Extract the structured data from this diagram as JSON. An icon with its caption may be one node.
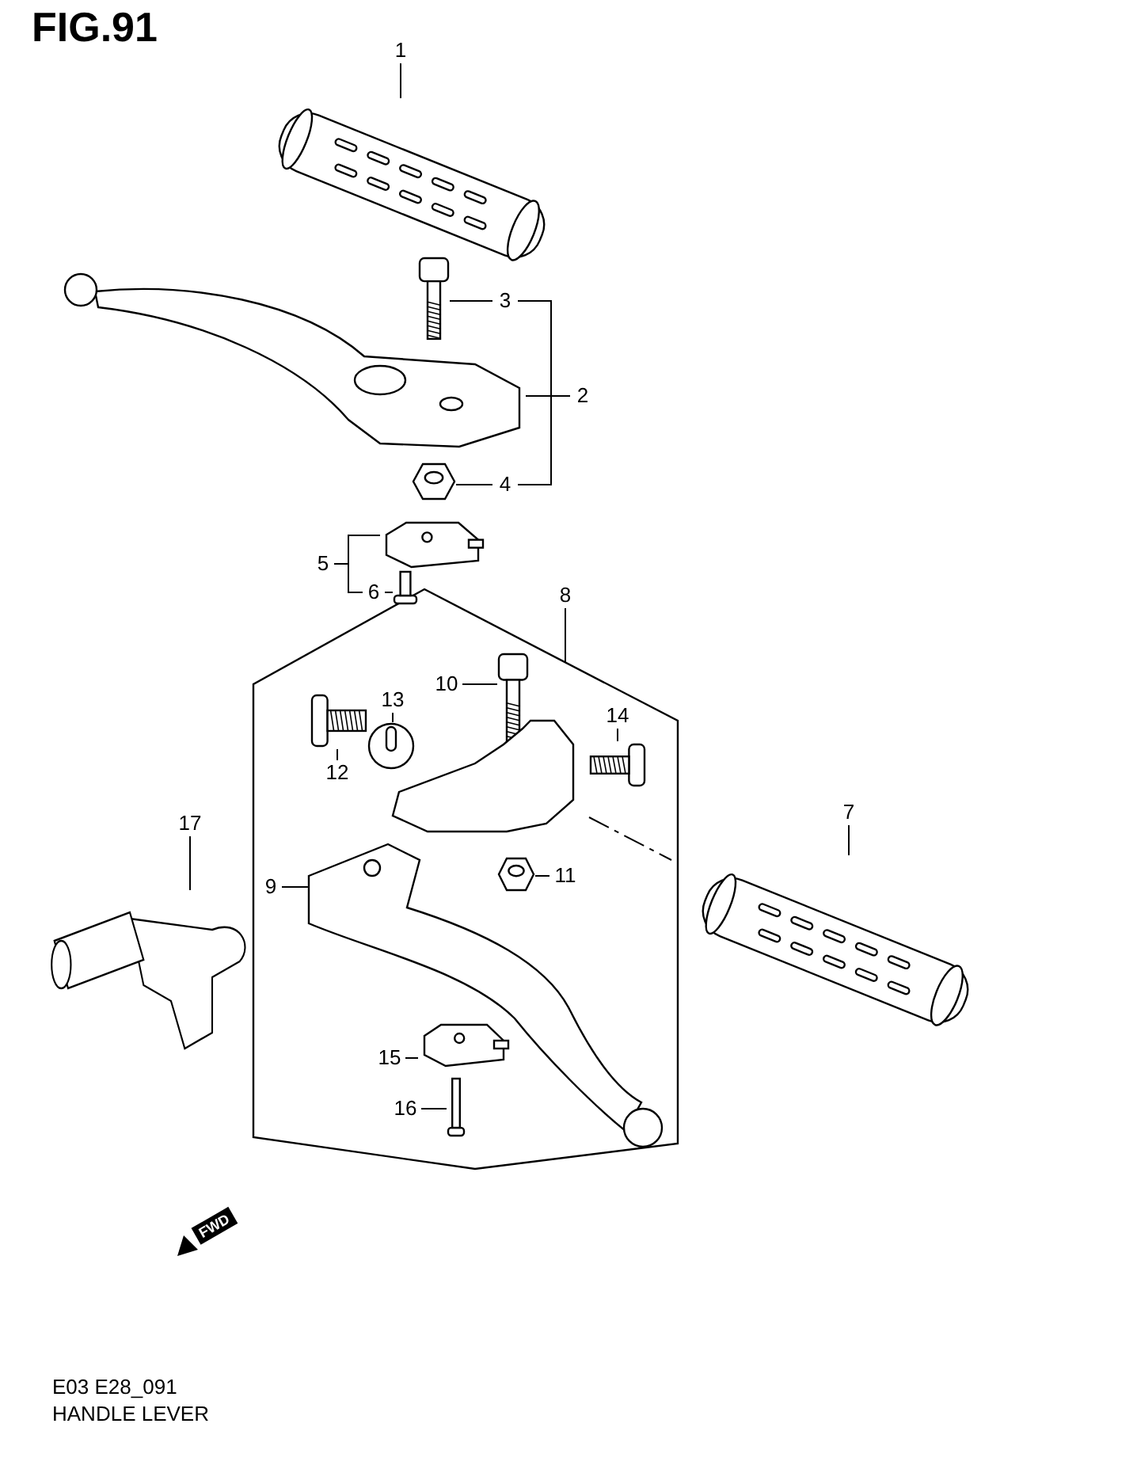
{
  "diagram": {
    "title": "FIG.91",
    "caption": "HANDLE LEVER",
    "nodes": [
      {
        "text": [
          "1"
        ]
      },
      {
        "text": [],
        "shape": "picture"
      },
      {
        "text": [],
        "shape": "picture"
      },
      {
        "text": [
          "3"
        ]
      },
      {
        "text": [],
        "shape": "picture"
      },
      {
        "text": [
          "2"
        ]
      },
      {
        "text": [
          "4"
        ]
      },
      {
        "text": [],
        "shape": "picture"
      },
      {
        "text": [
          "5"
        ]
      },
      {
        "text": [],
        "shape": "picture"
      },
      {
        "text": [
          "6"
        ]
      },
      {
        "text": [],
        "shape": "picture"
      },
      {
        "text": [
          "8"
        ]
      },
      {
        "text": [],
        "shape": "hexagon"
      },
      {
        "text": [
          "10"
        ],
        "in": 13
      },
      {
        "text": [],
        "shape": "picture",
        "in": 13
      },
      {
        "text": [
          "13"
        ],
        "in": 13
      },
      {
        "text": [],
        "shape": "picture",
        "in": 13
      },
      {
        "text": [
          "14"
        ],
        "in": 13
      },
      {
        "text": [],
        "shape": "picture",
        "in": 13
      },
      {
        "text": [
          "12"
        ],
        "in": 13
      },
      {
        "text": [],
        "shape": "picture",
        "in": 13
      },
      {
        "text": [
          "11"
        ],
        "in": 13
      },
      {
        "text": [],
        "shape": "picture",
        "in": 13
      },
      {
        "text": [
          "7"
        ]
      },
      {
        "text": [],
        "shape": "picture"
      },
      {
        "text": [
          "17"
        ]
      },
      {
        "text": [],
        "shape": "picture"
      },
      {
        "text": [
          "9"
        ],
        "in": 13
      },
      {
        "text": [],
        "shape": "picture",
        "in": 13
      },
      {
        "text": [
          "15"
        ],
        "in": 13
      },
      {
        "text": [],
        "shape": "picture",
        "in": 13
      },
      {
        "text": [
          "16"
        ],
        "in": 13
      },
      {
        "text": [],
        "shape": "picture",
        "in": 13
      }
    ],
    "edges": [
      {
        "from": 0,
        "to": 1,
        "arrow": "none"
      },
      {
        "from": 3,
        "to": 4,
        "arrow": "none"
      },
      {
        "from": 5,
        "to": 2,
        "arrow": "none"
      },
      {
        "from": 6,
        "to": 7,
        "arrow": "none"
      },
      {
        "from": 8,
        "to": 9,
        "arrow": "none"
      },
      {
        "from": 10,
        "to": 11,
        "arrow": "none"
      },
      {
        "from": 12,
        "to": 13,
        "arrow": "none"
      },
      {
        "from": 14,
        "to": 15,
        "arrow": "none"
      },
      {
        "from": 16,
        "to": 17,
        "arrow": "none"
      },
      {
        "from": 18,
        "to": 19,
        "arrow": "none"
      },
      {
        "from": 20,
        "to": 21,
        "arrow": "none"
      },
      {
        "from": 22,
        "to": 23,
        "arrow": "none"
      },
      {
        "from": 24,
        "to": 25,
        "arrow": "none"
      },
      {
        "from": 26,
        "to": 27,
        "arrow": "none"
      },
      {
        "from": 28,
        "to": 29,
        "arrow": "none"
      },
      {
        "from": 30,
        "to": 31,
        "arrow": "none"
      },
      {
        "from": 32,
        "to": 33,
        "arrow": "none"
      }
    ],
    "labels": [
      "FWD",
      "E03 E28_091"
    ]
  }
}
